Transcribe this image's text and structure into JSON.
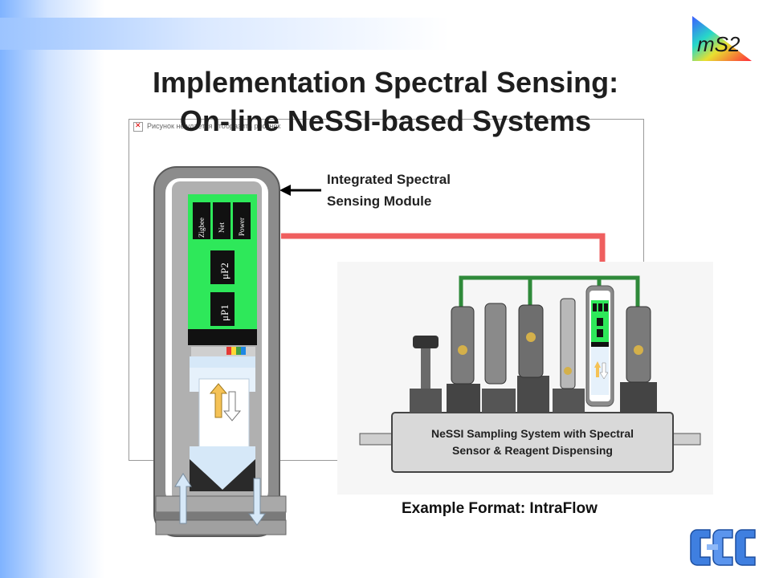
{
  "slide": {
    "title_line1": "Implementation Spectral Sensing:",
    "title_line2": "On-line NeSSI-based Systems",
    "broken_image_text": "Рисунок не удается отобразить рисунок",
    "module_label_line1": "Integrated Spectral",
    "module_label_line2": "Sensing Module",
    "caption": "Example Format: IntraFlow",
    "logo_ms2": "mS2"
  },
  "module": {
    "chip_labels": [
      "Zigbee",
      "Net",
      "Power"
    ],
    "chip_up2": "μP2",
    "chip_up1": "μP1"
  },
  "nessi": {
    "block_line1": "NeSSI Sampling System with Spectral",
    "block_line2": "Sensor & Reagent Dispensing"
  },
  "colors": {
    "accent_green": "#2ee85a",
    "arrow_red": "#ef5f5f",
    "pipe_green": "#2f8a3a",
    "module_gray": "#8c8c8c",
    "title_gradient": "#7fb3ff"
  },
  "icons": [
    "broken-image-icon",
    "left-arrow-icon",
    "red-connector-arrow",
    "ms2-triangle-logo",
    "cpac-logo"
  ]
}
